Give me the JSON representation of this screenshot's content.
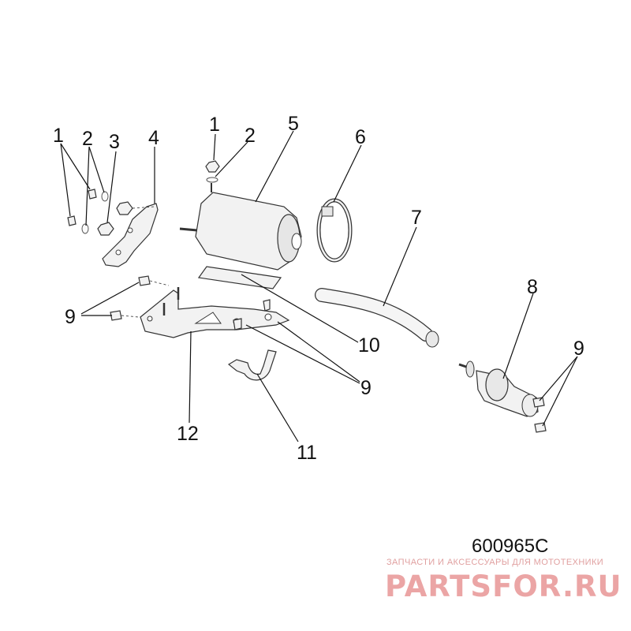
{
  "callouts": [
    {
      "id": "c1a",
      "text": "1"
    },
    {
      "id": "c2a",
      "text": "2"
    },
    {
      "id": "c3",
      "text": "3"
    },
    {
      "id": "c4",
      "text": "4"
    },
    {
      "id": "c1b",
      "text": "1"
    },
    {
      "id": "c2b",
      "text": "2"
    },
    {
      "id": "c5",
      "text": "5"
    },
    {
      "id": "c6",
      "text": "6"
    },
    {
      "id": "c7",
      "text": "7"
    },
    {
      "id": "c8",
      "text": "8"
    },
    {
      "id": "c9a",
      "text": "9"
    },
    {
      "id": "c9b",
      "text": "9"
    },
    {
      "id": "c9c",
      "text": "9"
    },
    {
      "id": "c10",
      "text": "10"
    },
    {
      "id": "c11",
      "text": "11"
    },
    {
      "id": "c12",
      "text": "12"
    }
  ],
  "diagram_id": "600965C",
  "watermark": {
    "tagline": "ЗАПЧАСТИ И АКСЕССУАРЫ ДЛЯ МОТОТЕХНИКИ",
    "logo": "PARTSFOR.RU",
    "color": "#e8a3a3"
  }
}
